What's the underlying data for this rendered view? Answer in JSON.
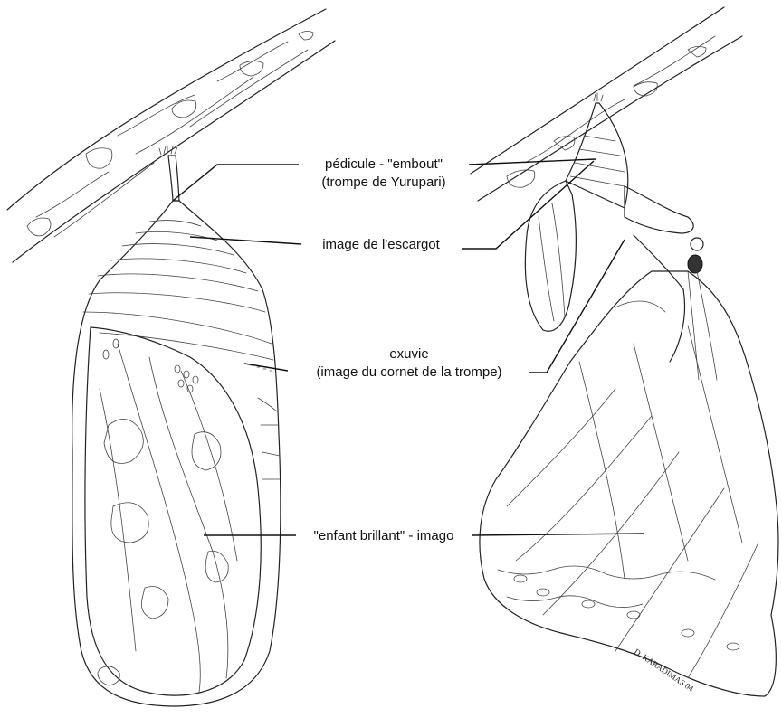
{
  "labels": {
    "pedicule_line1": "pédicule - \"embout\"",
    "pedicule_line2": "(trompe de Yurupari)",
    "escargot": "image de l'escargot",
    "exuvie_line1": "exuvie",
    "exuvie_line2": "(image du cornet de la trompe)",
    "enfant": "\"enfant brillant\" - imago"
  },
  "signature": "D. KARADIMAS 04",
  "colors": {
    "ink": "#222222",
    "background": "#ffffff"
  }
}
